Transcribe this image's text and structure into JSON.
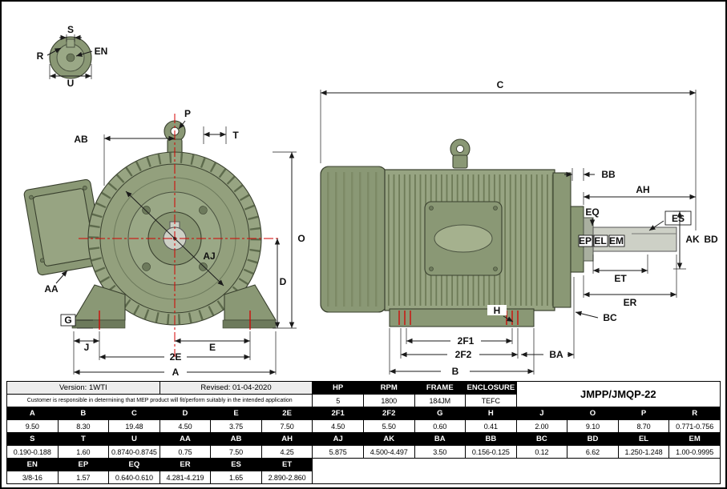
{
  "sheet": {
    "version": "Version: 1WTI",
    "revised": "Revised: 01-04-2020",
    "disclaimer": "Customer is responsible in determining that MEP product will fit/perform suitably in the intended application",
    "model": "JMPP/JMQP-22",
    "specs": {
      "headers": [
        "HP",
        "RPM",
        "FRAME",
        "ENCLOSURE"
      ],
      "values": [
        "5",
        "1800",
        "184JM",
        "TEFC"
      ]
    },
    "dims": {
      "row1_headers": [
        "A",
        "B",
        "C",
        "D",
        "E",
        "2E",
        "2F1",
        "2F2",
        "G",
        "H",
        "J",
        "O",
        "P",
        "R"
      ],
      "row1_values": [
        "9.50",
        "8.30",
        "19.48",
        "4.50",
        "3.75",
        "7.50",
        "4.50",
        "5.50",
        "0.60",
        "0.41",
        "2.00",
        "9.10",
        "8.70",
        "0.771-0.756"
      ],
      "row2_headers": [
        "S",
        "T",
        "U",
        "AA",
        "AB",
        "AH",
        "AJ",
        "AK",
        "BA",
        "BB",
        "BC",
        "BD",
        "EL",
        "EM"
      ],
      "row2_values": [
        "0.190-0.188",
        "1.60",
        "0.8740-0.8745",
        "0.75",
        "7.50",
        "4.25",
        "5.875",
        "4.500-4.497",
        "3.50",
        "0.156-0.125",
        "0.12",
        "6.62",
        "1.250-1.248",
        "1.00-0.9995"
      ],
      "row3_headers": [
        "EN",
        "EP",
        "EQ",
        "ER",
        "ES",
        "ET"
      ],
      "row3_values": [
        "3/8-16",
        "1.57",
        "0.640-0.610",
        "4.281-4.219",
        "1.65",
        "2.890-2.860"
      ]
    }
  },
  "labels": {
    "detail": {
      "s": "S",
      "en": "EN",
      "r": "R",
      "u": "U"
    },
    "front": {
      "ab": "AB",
      "p": "P",
      "t": "T",
      "o": "O",
      "d": "D",
      "aj": "AJ",
      "aa": "AA",
      "g": "G",
      "j": "J",
      "e": "E",
      "e2": "2E",
      "a": "A"
    },
    "side": {
      "c": "C",
      "bb": "BB",
      "ah": "AH",
      "eq": "EQ",
      "es": "ES",
      "ep": "EP",
      "el": "EL",
      "em": "EM",
      "ak": "AK",
      "bd": "BD",
      "et": "ET",
      "er": "ER",
      "bc": "BC",
      "h": "H",
      "f1": "2F1",
      "f2": "2F2",
      "ba": "BA",
      "b": "B"
    }
  }
}
